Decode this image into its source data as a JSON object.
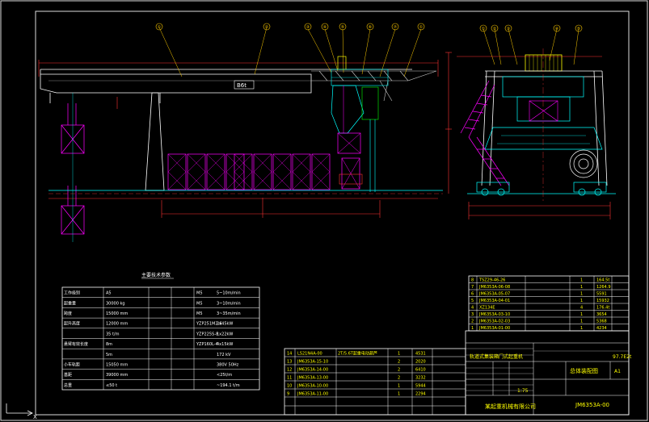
{
  "colors": {
    "background": "#000000",
    "white": "#ffffff",
    "cyan": "#00ffff",
    "magenta": "#ff00ff",
    "red": "#ff0000",
    "yellow": "#ffff00",
    "green": "#00ff00",
    "blue": "#3333ff",
    "grid": "#b0b0b0"
  },
  "drawing": {
    "gantry_tag": "B6t",
    "balloons_main": [
      "①",
      "②",
      "③",
      "④",
      "⑤",
      "⑥",
      "⑦"
    ],
    "balloons_side": [
      "①",
      "②",
      "③",
      "④",
      "⑤"
    ],
    "param_table_title": "主要技术参数",
    "axis_marker": "X"
  },
  "params": {
    "rows": [
      {
        "label": "工作级别",
        "value": "A5",
        "sub": "",
        "mech": "",
        "level": "M5",
        "speed": "5~10m/min"
      },
      {
        "label": "起重量",
        "value": "30000 kg",
        "sub": "",
        "mech": "",
        "level": "M5",
        "speed": "3~10m/min"
      },
      {
        "label": "跨度",
        "value": "15000 mm",
        "sub": "",
        "mech": "",
        "level": "M5",
        "speed": "3~35m/min"
      },
      {
        "label": "起升高度",
        "value": "12000 mm",
        "sub": "",
        "mech": "",
        "level": "YZP251M2-6",
        "speed": "2x45kW"
      },
      {
        "label": "",
        "value": "35 t/m",
        "sub": "",
        "mech": "",
        "level": "YZP225S-8",
        "speed": "1x22kW"
      },
      {
        "label": "悬臂有效长度",
        "value": "8m",
        "sub": "",
        "mech": "",
        "level": "YZP160L-4",
        "speed": "4x15kW"
      },
      {
        "label": "",
        "value": "5m",
        "sub": "",
        "mech": "",
        "level": "",
        "speed": "172 kV"
      },
      {
        "label": "小车轨距",
        "value": "15050 mm",
        "sub": "",
        "mech": "",
        "level": "",
        "speed": "380V 50Hz"
      },
      {
        "label": "基距",
        "value": "39000 mm",
        "sub": "",
        "mech": "",
        "level": "",
        "speed": "<25t/m"
      },
      {
        "label": "总重",
        "value": "≤50 t",
        "sub": "",
        "mech": "",
        "level": "",
        "speed": "~194.1 t/m"
      }
    ]
  },
  "bom_upper": {
    "rows": [
      {
        "no": "8",
        "code": "TSZ29-46-26",
        "qty": "1",
        "mass": "164.5t"
      },
      {
        "no": "7",
        "code": "JM6353A-06-08",
        "qty": "1",
        "mass": "1264.9"
      },
      {
        "no": "6",
        "code": "JM6353A-05-07",
        "qty": "1",
        "mass": "5591"
      },
      {
        "no": "5",
        "code": "JM6353A-04-01",
        "qty": "1",
        "mass": "15932"
      },
      {
        "no": "4",
        "code": "XZ134E",
        "qty": "4",
        "mass": "176.4t"
      },
      {
        "no": "3",
        "code": "JM6353A-03-10",
        "qty": "1",
        "mass": "3654"
      },
      {
        "no": "2",
        "code": "JM6353A-02-03",
        "qty": "1",
        "mass": "5368"
      },
      {
        "no": "1",
        "code": "JM6353A-01-00",
        "qty": "1",
        "mass": "4234"
      }
    ]
  },
  "bom_lower": {
    "rows": [
      {
        "no": "14",
        "code": "LS21N4A-00",
        "name": "2T/5.6T起重电动葫芦",
        "qty": "1",
        "mass": "4531"
      },
      {
        "no": "13",
        "code": "JM6353A-15-10",
        "name": "",
        "qty": "2",
        "mass": "2020"
      },
      {
        "no": "12",
        "code": "JM6353A-14-00",
        "name": "",
        "qty": "2",
        "mass": "6410"
      },
      {
        "no": "11",
        "code": "JM6353A-13-00",
        "name": "",
        "qty": "2",
        "mass": "3232"
      },
      {
        "no": "10",
        "code": "JM6353A-10-00",
        "name": "",
        "qty": "1",
        "mass": "5944"
      },
      {
        "no": "9",
        "code": "JM6353A-11-00",
        "name": "",
        "qty": "1",
        "mass": "2294"
      }
    ]
  },
  "title_block": {
    "project": "轨道式集装箱门式起重机",
    "drawing_name": "总体装配图",
    "drawing_no": "JM6353A-00",
    "sheet": "A1",
    "scale": "1:75",
    "company": "某起重机械有限公司",
    "weight": "97.7E2t"
  }
}
